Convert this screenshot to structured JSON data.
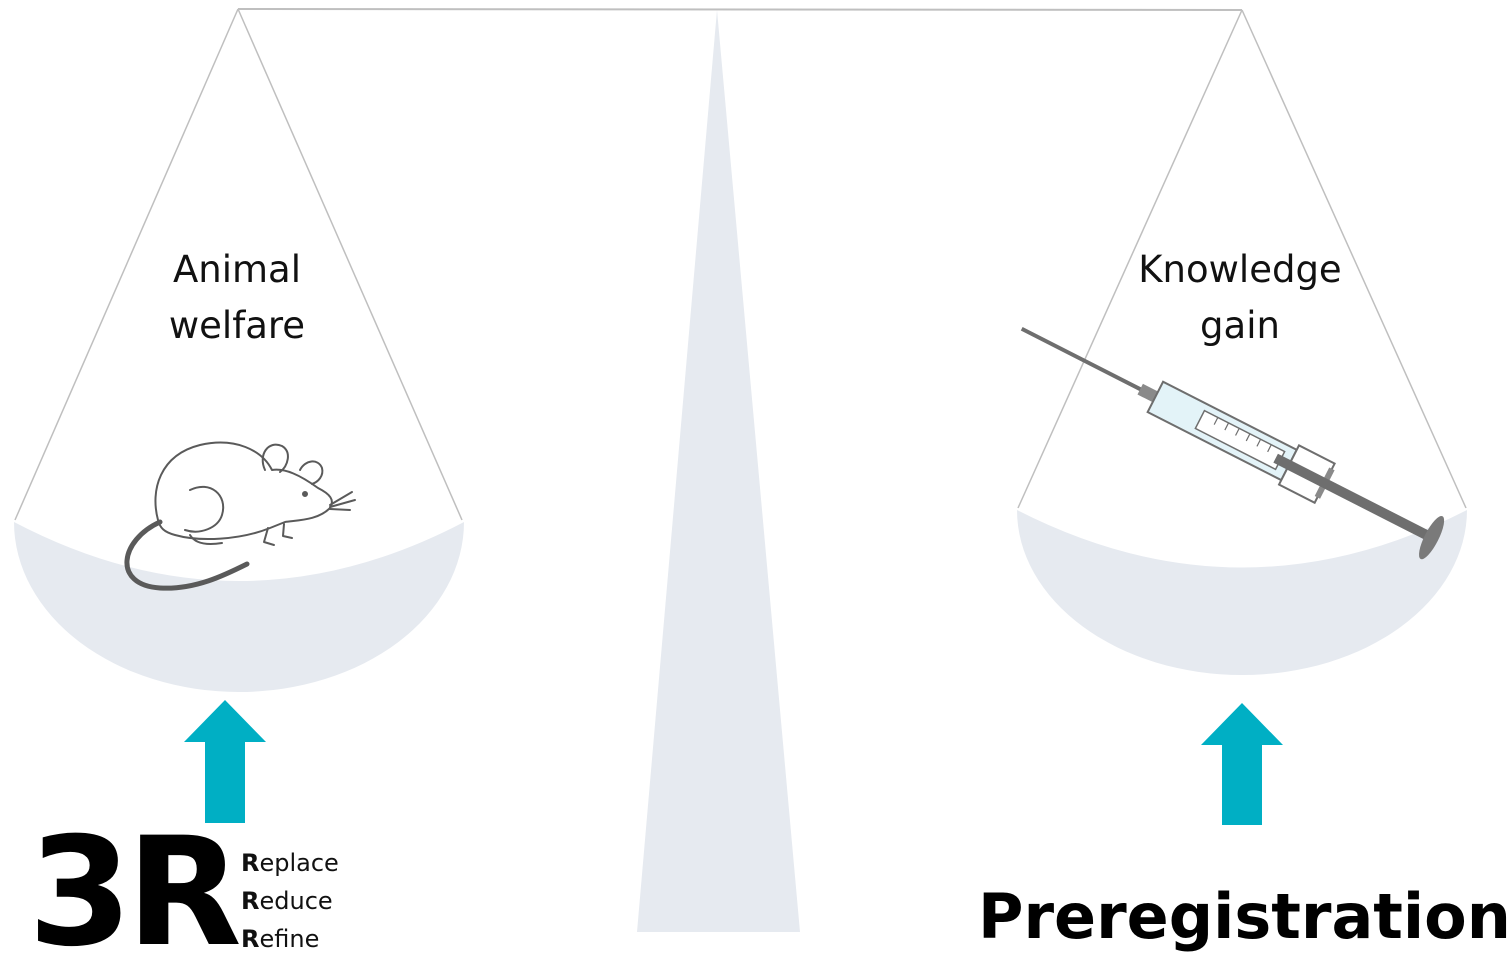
{
  "scale": {
    "left_pan": {
      "label_line1": "Animal",
      "label_line2": "welfare",
      "item_icon": "mouse-icon"
    },
    "right_pan": {
      "label_line1": "Knowledge",
      "label_line2": "gain",
      "item_icon": "syringe-icon"
    }
  },
  "left_method": {
    "big_text": "3R",
    "items": [
      {
        "initial": "R",
        "rest": "eplace"
      },
      {
        "initial": "R",
        "rest": "educe"
      },
      {
        "initial": "R",
        "rest": "efine"
      }
    ]
  },
  "right_method": {
    "text": "Preregistration"
  },
  "colors": {
    "arrow": "#00AFC4",
    "pan_fill": "#E6EAF0",
    "stand_fill": "#E6EAF0",
    "string": "#BFBFBF",
    "icon_stroke": "#5A5A5A"
  }
}
